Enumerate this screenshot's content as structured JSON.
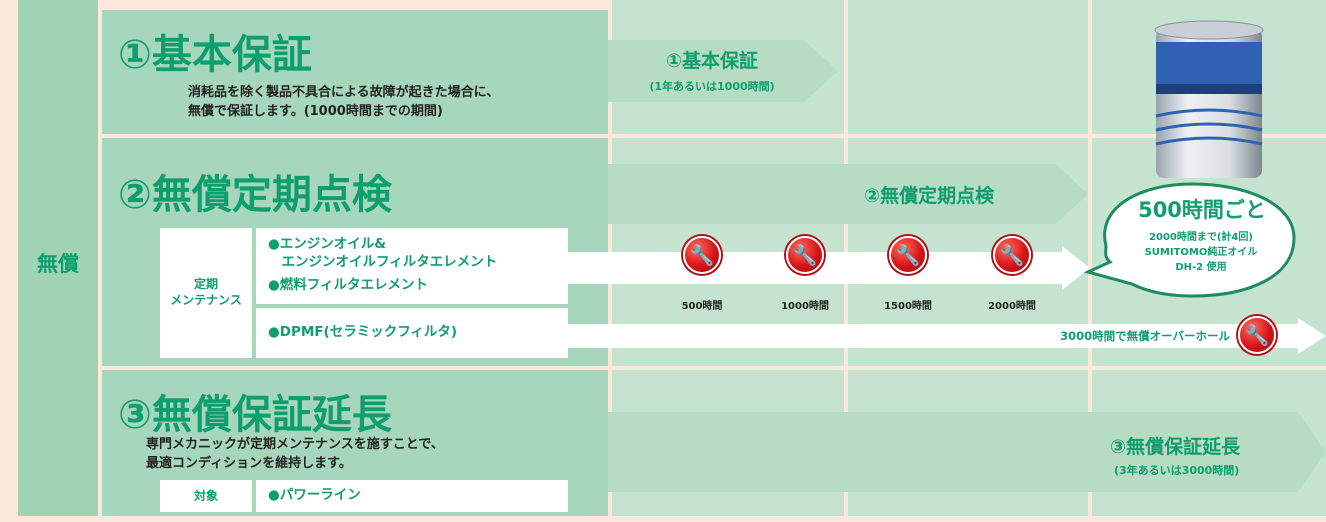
{
  "left_label": "無償",
  "section1": {
    "title": "①基本保証",
    "desc_line1": "消耗品を除く製品不具合による故障が起きた場合に、",
    "desc_line2": "無償で保証します。(1000時間までの期間)",
    "arrow_title": "①基本保証",
    "arrow_sub": "(1年あるいは1000時間)"
  },
  "section2": {
    "title": "②無償定期点検",
    "arrow_title": "②無償定期点検",
    "maint_label_line1": "定期",
    "maint_label_line2": "メンテナンス",
    "item1_line1": "●エンジンオイル&",
    "item1_line2": "　エンジンオイルフィルタエレメント",
    "item2": "●燃料フィルタエレメント",
    "item3": "●DPMF(セラミックフィルタ)",
    "hours": [
      "500時間",
      "1000時間",
      "1500時間",
      "2000時間"
    ],
    "overhaul": "3000時間で無償オーバーホール",
    "bubble_title": "500時間ごと",
    "bubble_line1": "2000時間まで(計4回)",
    "bubble_line2": "SUMITOMO純正オイル",
    "bubble_line3": "DH-2 使用"
  },
  "section3": {
    "title": "③無償保証延長",
    "desc_line1": "専門メカニックが定期メンテナンスを施すことで、",
    "desc_line2": "最適コンディションを維持します。",
    "target_label": "対象",
    "target_item": "●パワーライン",
    "arrow_title": "③無償保証延長",
    "arrow_sub": "(3年あるいは3000時間)"
  },
  "colors": {
    "accent": "#0f9e6e",
    "badge": "#d8131a"
  },
  "icons": {
    "maintenance": "mechanic-wrench-icon",
    "product": "oil-can-image"
  }
}
